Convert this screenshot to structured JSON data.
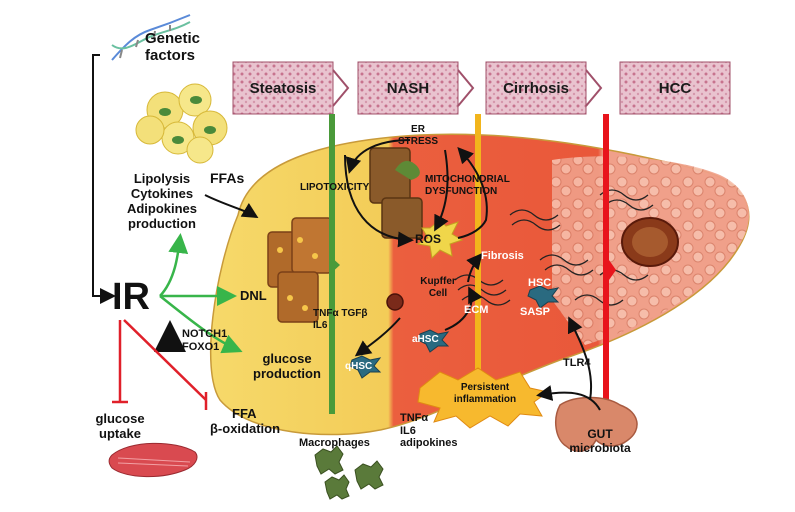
{
  "genetic": {
    "line1": "Genetic",
    "line2": "factors"
  },
  "stages": [
    {
      "label": "Steatosis"
    },
    {
      "label": "NASH"
    },
    {
      "label": "Cirrhosis"
    },
    {
      "label": "HCC"
    }
  ],
  "adipose_outputs": {
    "line1": "Lipolysis",
    "line2": "Cytokines",
    "line3": "Adipokines",
    "line4": "production"
  },
  "ffas": "FFAs",
  "ir": "IR",
  "dnl": "DNL",
  "notch": {
    "line1": "NOTCH1",
    "line2": "FOXO1"
  },
  "glucose_production": {
    "line1": "glucose",
    "line2": "production"
  },
  "glucose_uptake": {
    "line1": "glucose",
    "line2": "uptake"
  },
  "ffa_oxidation": {
    "line1": "FFA",
    "line2": "β-oxidation"
  },
  "er_stress": {
    "line1": "ER",
    "line2": "STRESS"
  },
  "lipotoxicity": "LIPOTOXICITY",
  "mito": {
    "line1": "MITOCHONDRIAL",
    "line2": "DYSFUNCTION"
  },
  "ros": "ROS",
  "fibrosis": "Fibrosis",
  "kupffer": {
    "line1": "Kupffer",
    "line2": "Cell"
  },
  "cytokines_left": {
    "line1": "TNFα TGFβ",
    "line2": "IL6"
  },
  "ecm": "ECM",
  "ahsc": "aHSC",
  "qhsc": "qHSC",
  "hsc": "HSC",
  "sasp": "SASP",
  "tlr4": "TLR4",
  "persistent": {
    "line1": "Persistent",
    "line2": "inflammation"
  },
  "macrophages": "Macrophages",
  "cytokines_bottom": {
    "line1": "TNFα",
    "line2": "IL6",
    "line3": "adipokines"
  },
  "gut": {
    "line1": "GUT",
    "line2": "microbiota"
  },
  "colors": {
    "steatosis_bar": "#4a9a3a",
    "nash_bar": "#f2b51c",
    "hcc_bar": "#e8141c",
    "liver_yellow": "#f4d35e",
    "liver_red": "#ea5a3c",
    "liver_cirrhosis": "#f0a08a",
    "green_arrow": "#38b54a",
    "red_inhibit": "#e0202a"
  }
}
